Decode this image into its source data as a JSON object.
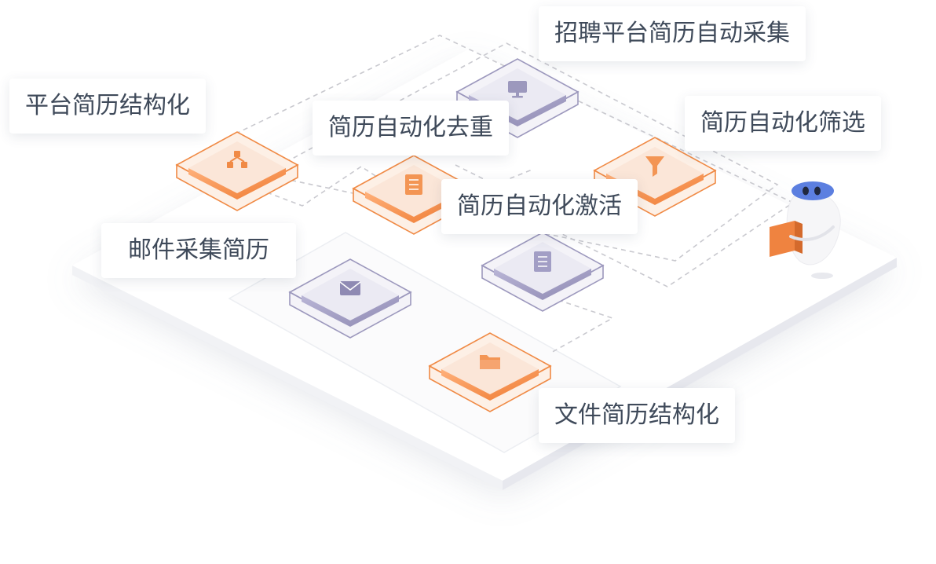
{
  "labels": {
    "recruit_platform": "招聘平台简历自动采集",
    "platform_structured": "平台简历结构化",
    "dedupe": "简历自动化去重",
    "screening": "简历自动化筛选",
    "activation": "简历自动化激活",
    "email_collect": "邮件采集简历",
    "file_structured": "文件简历结构化"
  },
  "colors": {
    "orange": "#f08a45",
    "orange_light": "#fbe6d8",
    "purple": "#9c98bd",
    "purple_light": "#ebeaf3",
    "text": "#3f4a5a",
    "dash": "#c9c9cf"
  },
  "icons": {
    "recruit_platform": "monitor-icon",
    "platform_structured": "structure-icon",
    "dedupe": "document-icon",
    "screening": "funnel-icon",
    "activation": "document-icon",
    "email_collect": "envelope-icon",
    "file_structured": "folder-icon"
  }
}
